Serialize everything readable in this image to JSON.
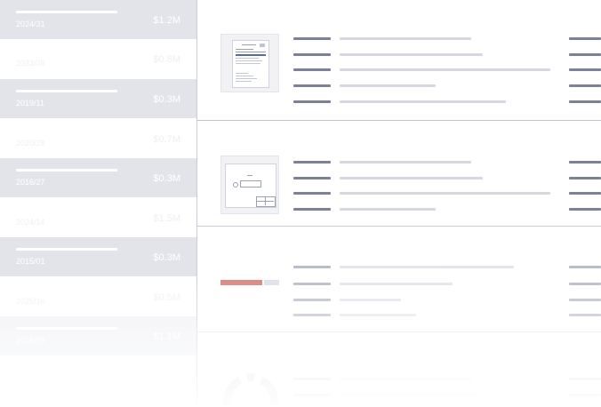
{
  "list": {
    "rows": [
      {
        "date": "2024/31",
        "amount": "$1.2M",
        "shaded": true
      },
      {
        "date": "2023/08",
        "amount": "$0.8M",
        "shaded": false
      },
      {
        "date": "2019/11",
        "amount": "$0.3M",
        "shaded": true
      },
      {
        "date": "2020/28",
        "amount": "$0.7M",
        "shaded": false
      },
      {
        "date": "2016/27",
        "amount": "$0.3M",
        "shaded": true
      },
      {
        "date": "2024/14",
        "amount": "$1.5M",
        "shaded": false
      },
      {
        "date": "2015/01",
        "amount": "$0.3M",
        "shaded": true
      },
      {
        "date": "2025/16",
        "amount": "$0.5M",
        "shaded": false
      },
      {
        "date": "2018/09",
        "amount": "$1.1M",
        "shaded": true
      }
    ]
  },
  "cards": [
    {
      "thumbnail": "document-icon"
    },
    {
      "thumbnail": "drawing-icon"
    },
    {
      "thumbnail": "progress-bar",
      "progress": 0.71,
      "colors": [
        "#d9867f",
        "#e0e1e8"
      ]
    },
    {
      "thumbnail": "donut-icon"
    }
  ],
  "colors": {
    "shade": "#e3e4ea",
    "label": "#7c8198",
    "value": "#d6d7e1",
    "divider": "#c0c3d4"
  }
}
